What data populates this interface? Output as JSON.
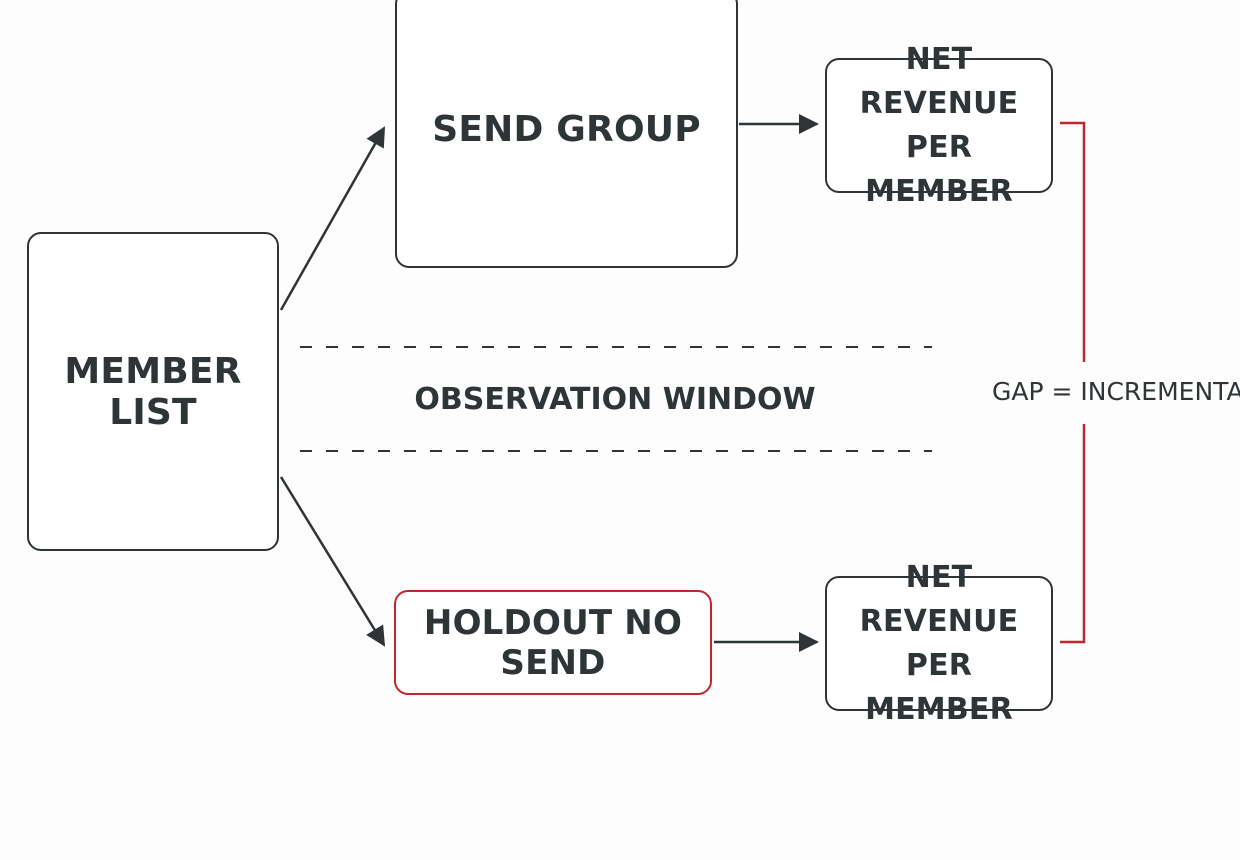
{
  "nodes": {
    "member_list": "MEMBER LIST",
    "send_group": "SEND GROUP",
    "holdout": "HOLDOUT NO SEND",
    "net_revenue_top": {
      "line1": "NET REVENUE",
      "line2": "PER MEMBER"
    },
    "net_revenue_bottom": {
      "line1": "NET REVENUE",
      "line2": "PER MEMBER"
    }
  },
  "labels": {
    "observation_window": "OBSERVATION WINDOW",
    "gap": "GAP = INCREMENTAL"
  },
  "colors": {
    "stroke": "#2f3437",
    "accent": "#c0262d",
    "background": "#fdfdfd"
  }
}
